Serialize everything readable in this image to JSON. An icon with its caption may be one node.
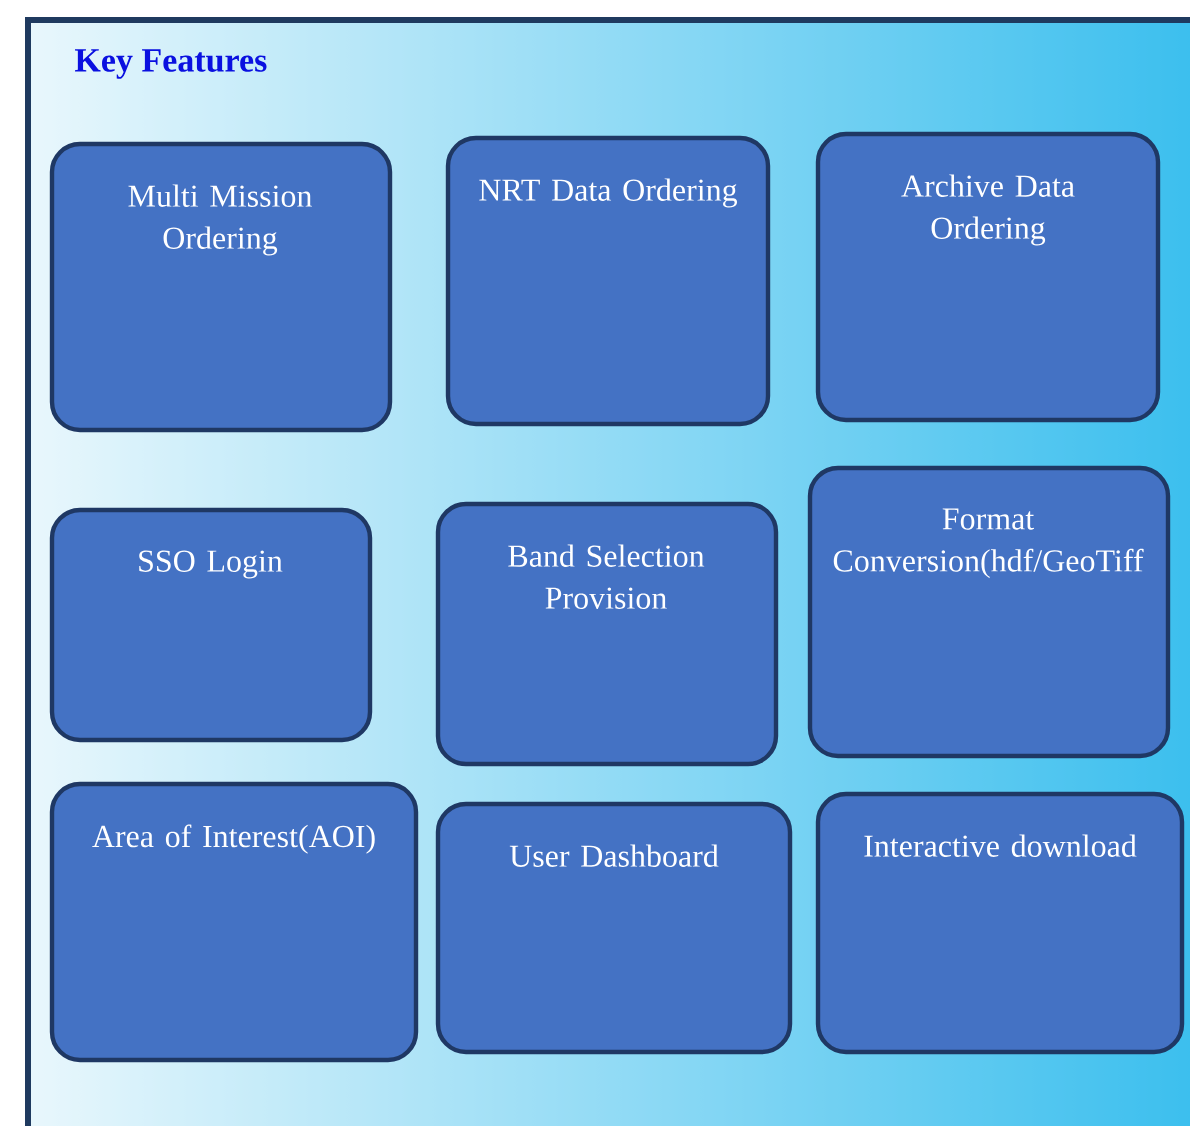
{
  "diagram": {
    "title": "Key Features",
    "nodes": [
      {
        "text": [
          "Multi Mission Ordering"
        ]
      },
      {
        "text": [
          "NRT Data Ordering"
        ]
      },
      {
        "text": [
          "Archive Data Ordering"
        ]
      },
      {
        "text": [
          "SSO Login"
        ]
      },
      {
        "text": [
          "Band Selection Provision"
        ]
      },
      {
        "text": [
          "Format Conversion(hdf/GeoTiff"
        ]
      },
      {
        "text": [
          "Area of Interest(AOI)"
        ]
      },
      {
        "text": [
          "User Dashboard"
        ]
      },
      {
        "text": [
          "Interactive download"
        ]
      }
    ]
  }
}
